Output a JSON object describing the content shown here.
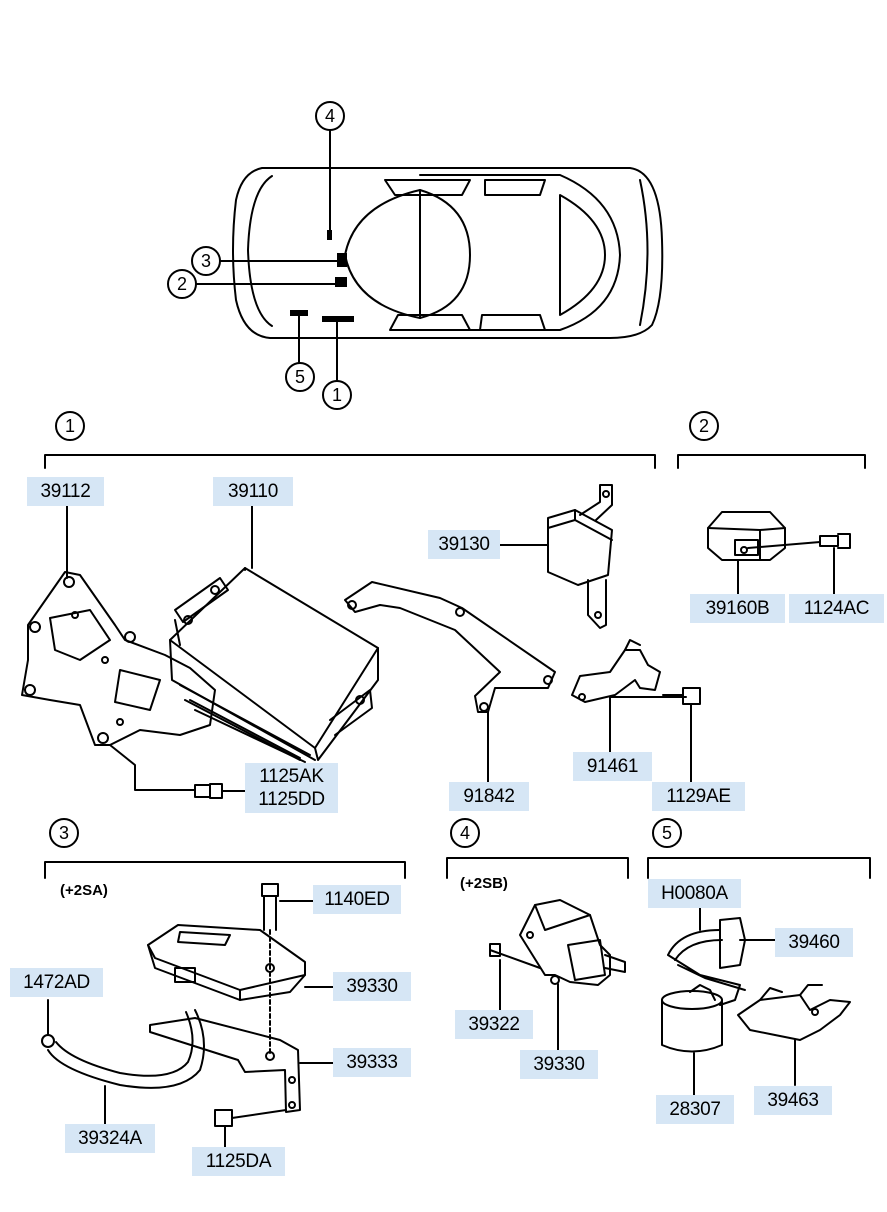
{
  "callouts": {
    "c1": "1",
    "c2": "2",
    "c3": "3",
    "c4": "4",
    "c5": "5"
  },
  "sections": {
    "s1": "1",
    "s2": "2",
    "s3": "3",
    "s4": "4",
    "s5": "5"
  },
  "variants": {
    "v3": "(+2SA)",
    "v4": "(+2SB)"
  },
  "parts": {
    "p39112": "39112",
    "p39110": "39110",
    "p39130": "39130",
    "p39160B": "39160B",
    "p1124AC": "1124AC",
    "p1125AK": "1125AK",
    "p1125DD": "1125DD",
    "p91461": "91461",
    "p91842": "91842",
    "p1129AE": "1129AE",
    "p1140ED": "1140ED",
    "p1472AD": "1472AD",
    "p39330a": "39330",
    "p39333": "39333",
    "p39324A": "39324A",
    "p1125DA": "1125DA",
    "p39322": "39322",
    "p39330b": "39330",
    "pH0080A": "H0080A",
    "p39460": "39460",
    "p28307": "28307",
    "p39463": "39463"
  },
  "colors": {
    "label_bg": "#d6e6f5",
    "line": "#000000"
  }
}
